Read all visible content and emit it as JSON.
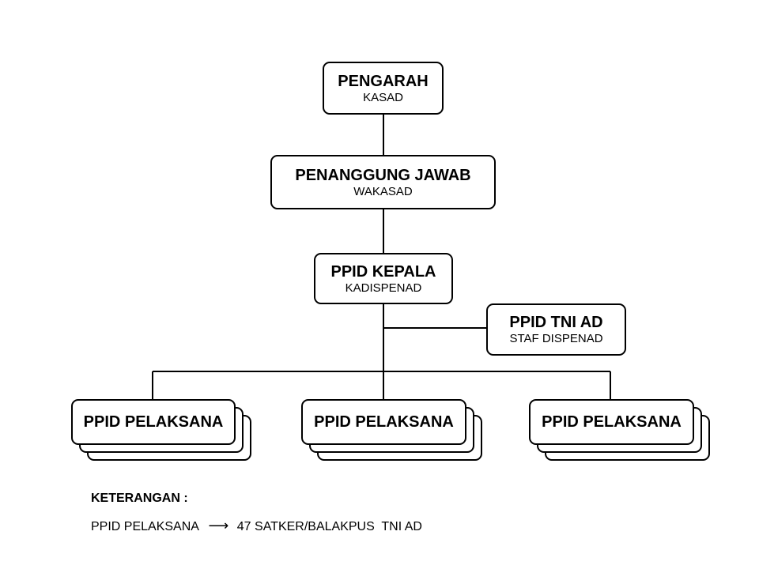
{
  "nodes": {
    "pengarah": {
      "title": "PENGARAH",
      "subtitle": "KASAD"
    },
    "penanggung_jawab": {
      "title": "PENANGGUNG JAWAB",
      "subtitle": "WAKASAD"
    },
    "ppid_kepala": {
      "title": "PPID KEPALA",
      "subtitle": "KADISPENAD"
    },
    "ppid_tni_ad": {
      "title": "PPID TNI AD",
      "subtitle": "STAF DISPENAD"
    },
    "pelaksana": [
      {
        "title": "PPID PELAKSANA"
      },
      {
        "title": "PPID PELAKSANA"
      },
      {
        "title": "PPID PELAKSANA"
      }
    ]
  },
  "legend": {
    "heading": "KETERANGAN :",
    "term": "PPID PELAKSANA",
    "arrow": "⟶",
    "definition": "47 SATKER/BALAKPUS  TNI AD"
  }
}
